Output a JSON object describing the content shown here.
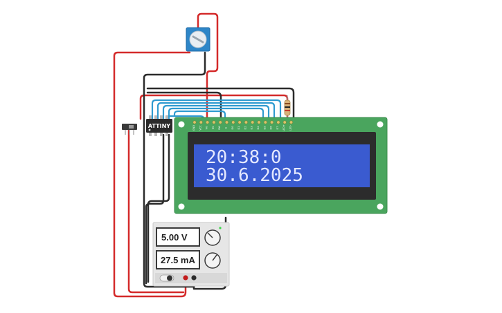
{
  "lcd": {
    "line1": "20:38:0",
    "line2": "30.6.2025",
    "pin_labels": [
      "GND",
      "VCC",
      "V0",
      "RS",
      "RW",
      "E",
      "D0",
      "D1",
      "D2",
      "D3",
      "D4",
      "D5",
      "D6",
      "D7",
      "LED+",
      "LED-"
    ]
  },
  "chip": {
    "label": "ATTINY"
  },
  "power_supply": {
    "voltage": "5.00 V",
    "current": "27.5 mA"
  },
  "colors": {
    "wire_red": "#d42a2a",
    "wire_black": "#2b2b2b",
    "wire_blue": "#2f9bd0",
    "lcd_board": "#4aa55e",
    "lcd_screen": "#3a5bd0",
    "pot_body": "#2e86c8"
  }
}
